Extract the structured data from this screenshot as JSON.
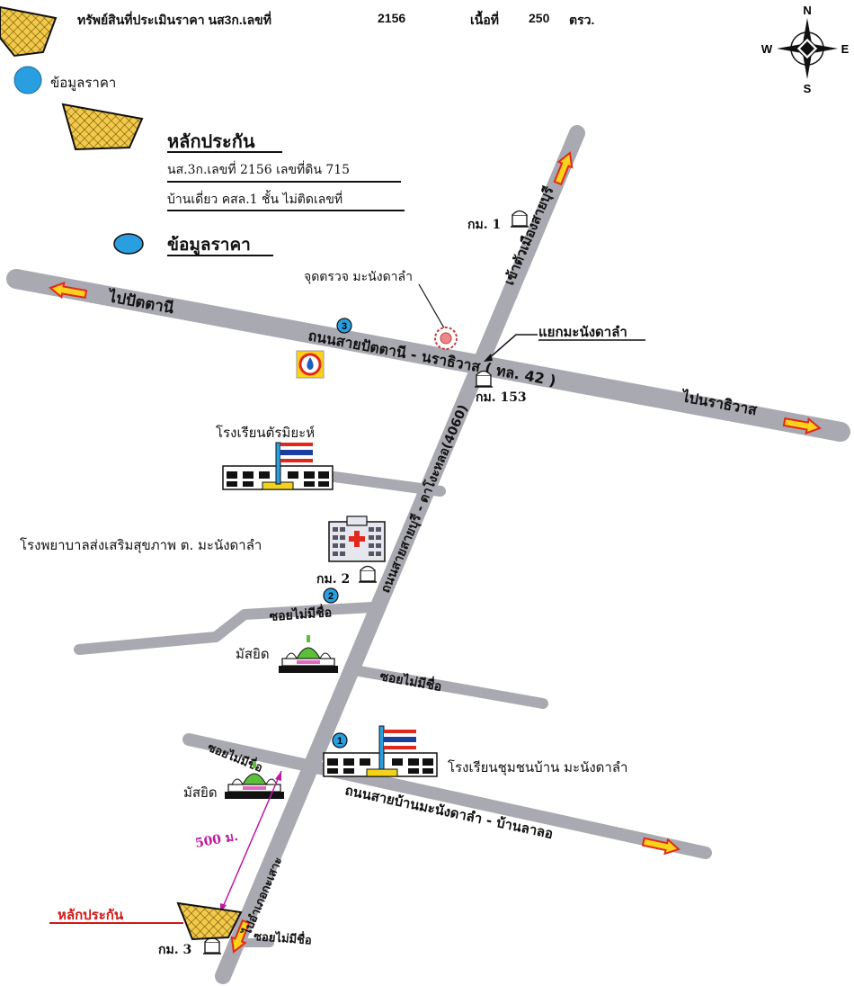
{
  "header": {
    "asset_label": "ทรัพย์สินที่ประเมินราคา นส3ก.เลขที่",
    "deed_no": "2156",
    "area_label": "เนื้อที่",
    "area_value": "250",
    "area_unit": "ตรว."
  },
  "legend": {
    "price_data_small": "ข้อมูลราคา",
    "collateral_title": "หลักประกัน",
    "collateral_line1": "นส.3ก.เลขที่ 2156 เลขที่ดิน 715",
    "collateral_line2": "บ้านเดี่ยว คสล.1 ชั้น ไม่ติดเลขที่",
    "price_data": "ข้อมูลราคา"
  },
  "compass": {
    "n": "N",
    "s": "S",
    "e": "E",
    "w": "W"
  },
  "roads": {
    "to_pattani": "ไปปัตตานี",
    "main_highway": "ถนนสายปัตตานี - นราธิวาส ( ทล. 42 )",
    "to_narathiwat": "ไปนราธิวาส",
    "to_saiburi": "เข้าตัวเมืองสายบุรี",
    "saiburi_road": "ถนนสายสายบุรี - ตาโงะหลอ(4060)",
    "soi_1": "ซอยไม่มีชื่อ",
    "soi_2": "ซอยไม่มีชื่อ",
    "soi_3": "ซอยไม่มีชื่อ",
    "soi_4": "ซอยไม่มีชื่อ",
    "village_road": "ถนนสายบ้านมะนังดาลำ - บ้านลาลอ",
    "to_ao_tek": "ไปอำเภอกะเสาะ"
  },
  "places": {
    "checkpoint": "จุดตรวจ มะนังดาลำ",
    "junction": "แยกมะนังดาลำ",
    "school1": "โรงเรียนตัรมิยะห์",
    "hospital": "โรงพยาบาลส่งเสริมสุขภาพ ต. มะนังดาลำ",
    "mosque1": "มัสยิด",
    "school2": "โรงเรียนชุมชนบ้าน มะนังดาลำ",
    "mosque2": "มัสยิด",
    "collateral_pointer": "หลักประกัน",
    "distance": "500 ม."
  },
  "km_markers": {
    "km1": "กม. 1",
    "km153": "กม. 153",
    "km2": "กม. 2",
    "km3": "กม. 3"
  },
  "comparables": {
    "c1": "1",
    "c2": "2",
    "c3": "3"
  },
  "colors": {
    "road": "#a9a9b1",
    "collateral_fill": "#f2c94c",
    "marker_blue": "#2a9fe0",
    "arrow_red": "#e0281c",
    "arrow_yellow": "#ffd21a",
    "pointer_red": "#d01818",
    "distance_magenta": "#c01aa0"
  }
}
